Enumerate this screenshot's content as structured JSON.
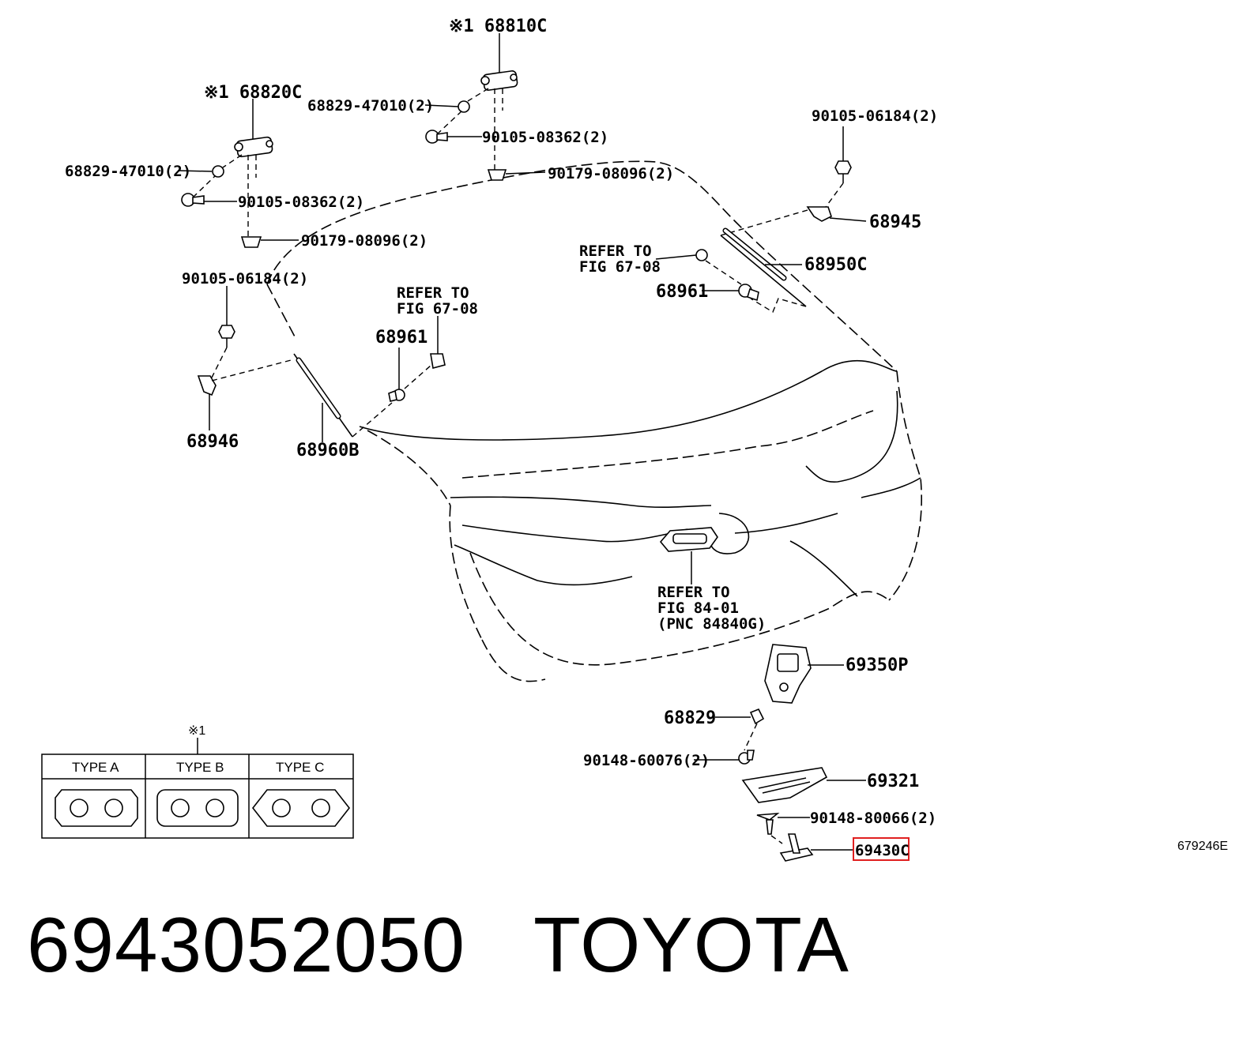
{
  "labels": {
    "p68810c": "※1 68810C",
    "p68820c": "※1 68820C",
    "p68829_top": "68829-47010(2)",
    "p68829_left": "68829-47010(2)",
    "p90105_08362_top": "90105-08362(2)",
    "p90105_08362_left": "90105-08362(2)",
    "p90179_top": "90179-08096(2)",
    "p90179_left": "90179-08096(2)",
    "p90105_06184_right": "90105-06184(2)",
    "p90105_06184_left": "90105-06184(2)",
    "p68945": "68945",
    "p68950c": "68950C",
    "refer_67_08_right_1": "REFER TO",
    "refer_67_08_right_2": "FIG 67-08",
    "p68961_right": "68961",
    "refer_67_08_left_1": "REFER TO",
    "refer_67_08_left_2": "FIG 67-08",
    "p68961_left": "68961",
    "p68946": "68946",
    "p68960b": "68960B",
    "refer_84_01_1": "REFER TO",
    "refer_84_01_2": "FIG 84-01",
    "refer_84_01_3": "(PNC 84840G)",
    "p69350p": "69350P",
    "p68829": "68829",
    "p90148_60076": "90148-60076(2)",
    "p69321": "69321",
    "p90148_80066": "90148-80066(2)",
    "p69430c": "69430C",
    "figure_number": "679246E"
  },
  "legend": {
    "mark": "※1",
    "types": [
      "TYPE A",
      "TYPE B",
      "TYPE C"
    ]
  },
  "title": {
    "part_number": "6943052050",
    "brand": "TOYOTA"
  },
  "highlight_color": "#e02020"
}
